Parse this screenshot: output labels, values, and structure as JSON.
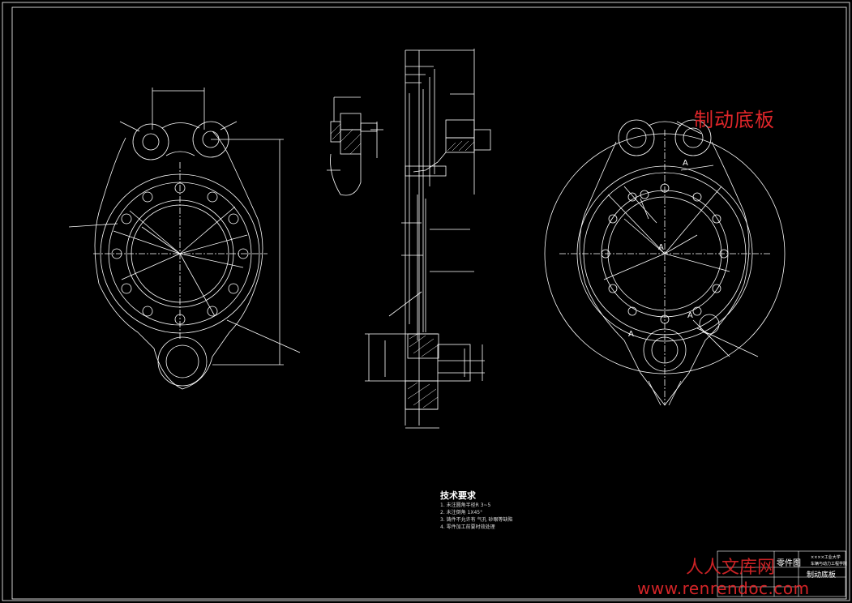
{
  "overlay_title": "制动底板",
  "technical_requirements": {
    "title": "技术要求",
    "notes": [
      "1. 未注圆角半径R 3~5",
      "2. 未注倒角 1X45°",
      "3. 铸件不允许有 气孔 砂眼等缺陷",
      "4. 零件加工前要时效处理"
    ]
  },
  "title_block": {
    "drawing_type": "零件图",
    "part_name": "制动底板",
    "school": "××××工业大学",
    "dept": "车辆与动力工程学院"
  },
  "watermark": {
    "cn": "人人文库网",
    "url": "www.renrendoc.com"
  },
  "colors": {
    "background": "#000000",
    "lines": "#ffffff",
    "watermark": "#e0262a"
  }
}
